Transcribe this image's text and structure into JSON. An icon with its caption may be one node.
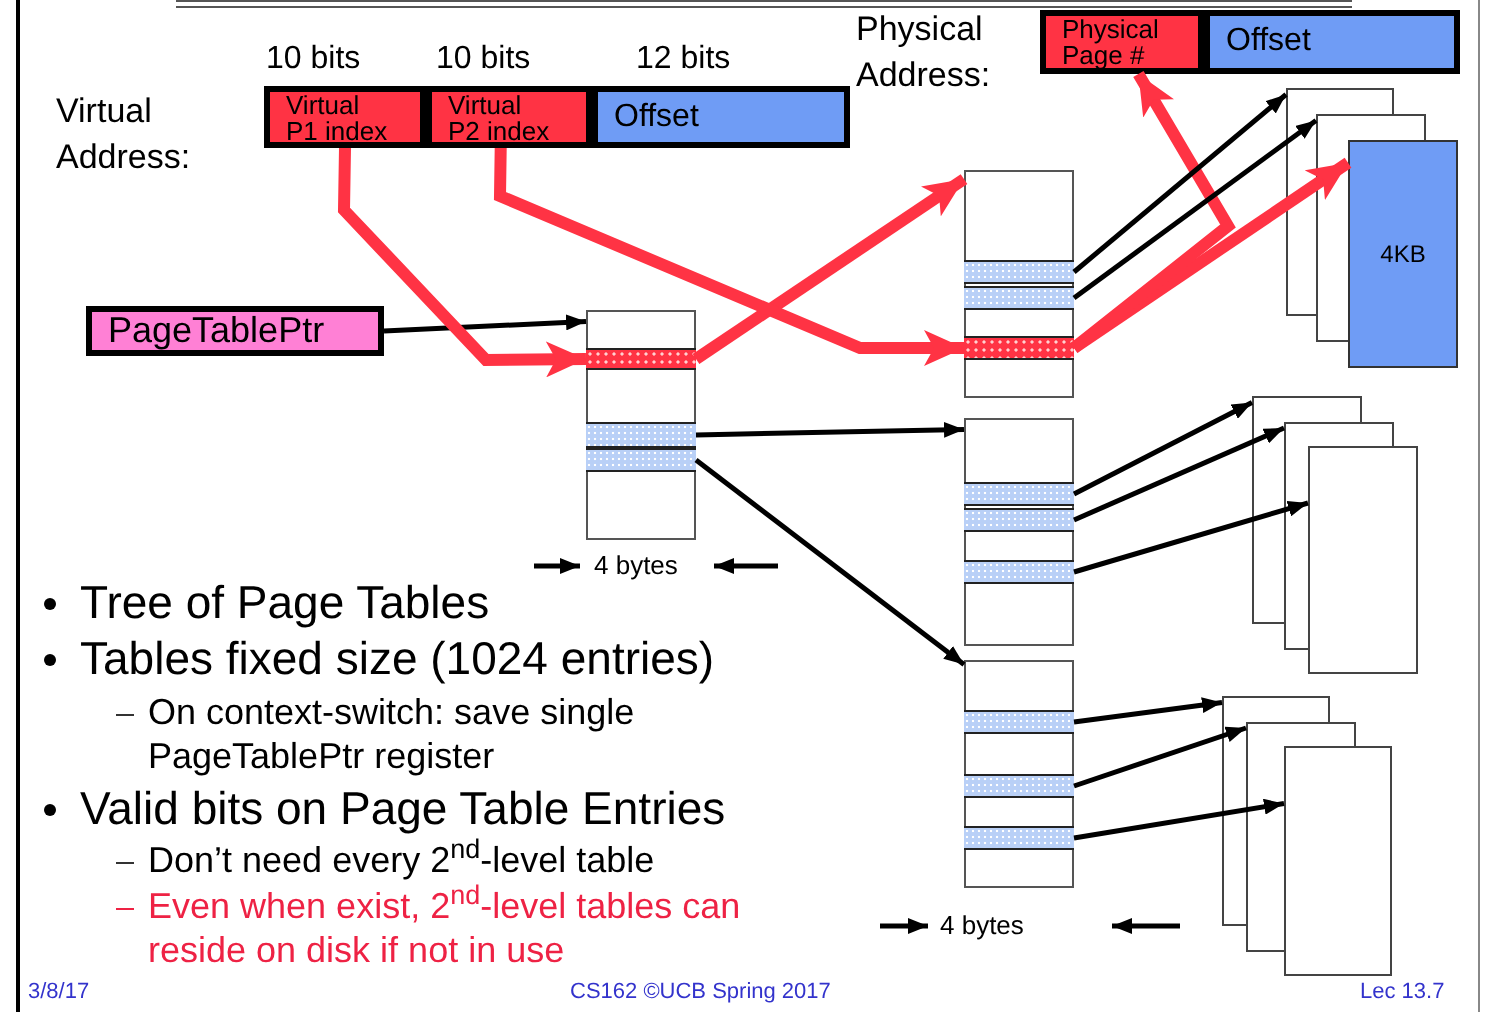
{
  "diagram": {
    "nodes": [
      {
        "text": [
          "Virtual P1 index"
        ],
        "beside": [
          "10 bits"
        ]
      },
      {
        "text": [
          "Virtual P2 index"
        ],
        "beside": [
          "10 bits"
        ]
      },
      {
        "text": [
          "Offset"
        ],
        "beside": [
          "12 bits"
        ]
      },
      {
        "text": [
          "Physical Page #"
        ]
      },
      {
        "text": [
          "Offset"
        ]
      },
      {
        "text": [
          "PageTablePtr"
        ]
      },
      {
        "text": [],
        "shape": "box"
      },
      {
        "text": [],
        "shape": "bar",
        "in": 6
      },
      {
        "text": [],
        "shape": "bar",
        "in": 6
      },
      {
        "text": [],
        "shape": "bar",
        "in": 6
      },
      {
        "text": [],
        "shape": "box"
      },
      {
        "text": [],
        "shape": "bar",
        "in": 10
      },
      {
        "text": [],
        "shape": "bar",
        "in": 10
      },
      {
        "text": [],
        "shape": "bar",
        "in": 10
      },
      {
        "text": [],
        "shape": "box"
      },
      {
        "text": [],
        "shape": "bar",
        "in": 14
      },
      {
        "text": [],
        "shape": "bar",
        "in": 14
      },
      {
        "text": [],
        "shape": "bar",
        "in": 14
      },
      {
        "text": [],
        "shape": "box"
      },
      {
        "text": [],
        "shape": "bar",
        "in": 18
      },
      {
        "text": [],
        "shape": "bar",
        "in": 18
      },
      {
        "text": [],
        "shape": "bar",
        "in": 18
      },
      {
        "text": [],
        "shape": "box"
      },
      {
        "text": [],
        "shape": "box"
      },
      {
        "text": [
          "4KB"
        ]
      },
      {
        "text": [],
        "shape": "box"
      },
      {
        "text": [],
        "shape": "box"
      },
      {
        "text": [],
        "shape": "box"
      },
      {
        "text": [],
        "shape": "box"
      },
      {
        "text": [],
        "shape": "box"
      },
      {
        "text": [],
        "shape": "box"
      }
    ],
    "edges": [
      {
        "from": 5,
        "to": 6,
        "arrow": "to"
      },
      {
        "from": 0,
        "to": 7,
        "arrow": "to",
        "style": "thick",
        "color": "#ff3344"
      },
      {
        "from": 7,
        "to": 10,
        "arrow": "to",
        "style": "thick",
        "color": "#ff3344"
      },
      {
        "from": 1,
        "to": 13,
        "arrow": "to",
        "style": "thick",
        "color": "#ff3344"
      },
      {
        "from": 13,
        "to": 24,
        "arrow": "to",
        "style": "thick",
        "color": "#ff3344"
      },
      {
        "from": 13,
        "to": 3,
        "arrow": "to",
        "style": "thick",
        "color": "#ff3344"
      },
      {
        "from": 8,
        "to": 14,
        "arrow": "to"
      },
      {
        "from": 9,
        "to": 18,
        "arrow": "to"
      },
      {
        "from": 11,
        "to": 22,
        "arrow": "to"
      },
      {
        "from": 12,
        "to": 23,
        "arrow": "to"
      },
      {
        "from": 15,
        "to": 25,
        "arrow": "to"
      },
      {
        "from": 16,
        "to": 26,
        "arrow": "to"
      },
      {
        "from": 17,
        "to": 27,
        "arrow": "to"
      },
      {
        "from": 19,
        "to": 28,
        "arrow": "to"
      },
      {
        "from": 20,
        "to": 29,
        "arrow": "to"
      },
      {
        "from": 21,
        "to": 30,
        "arrow": "to"
      }
    ],
    "labels": [
      "Physical Address:",
      "Virtual Address:",
      "4 bytes",
      "Tree of Page Tables",
      "Tables fixed size (1024 entries)",
      "On context-switch: save single PageTablePtr register",
      "Valid bits on Page Table Entries",
      "Don’t need every 2$^{nd}$-level table",
      "Even when exist, 2$^{nd}$-level tables can reside on disk if not in use",
      "4 bytes",
      "3/8/17",
      "CS162 ©UCB Spring 2017",
      "Lec 13.7"
    ]
  }
}
